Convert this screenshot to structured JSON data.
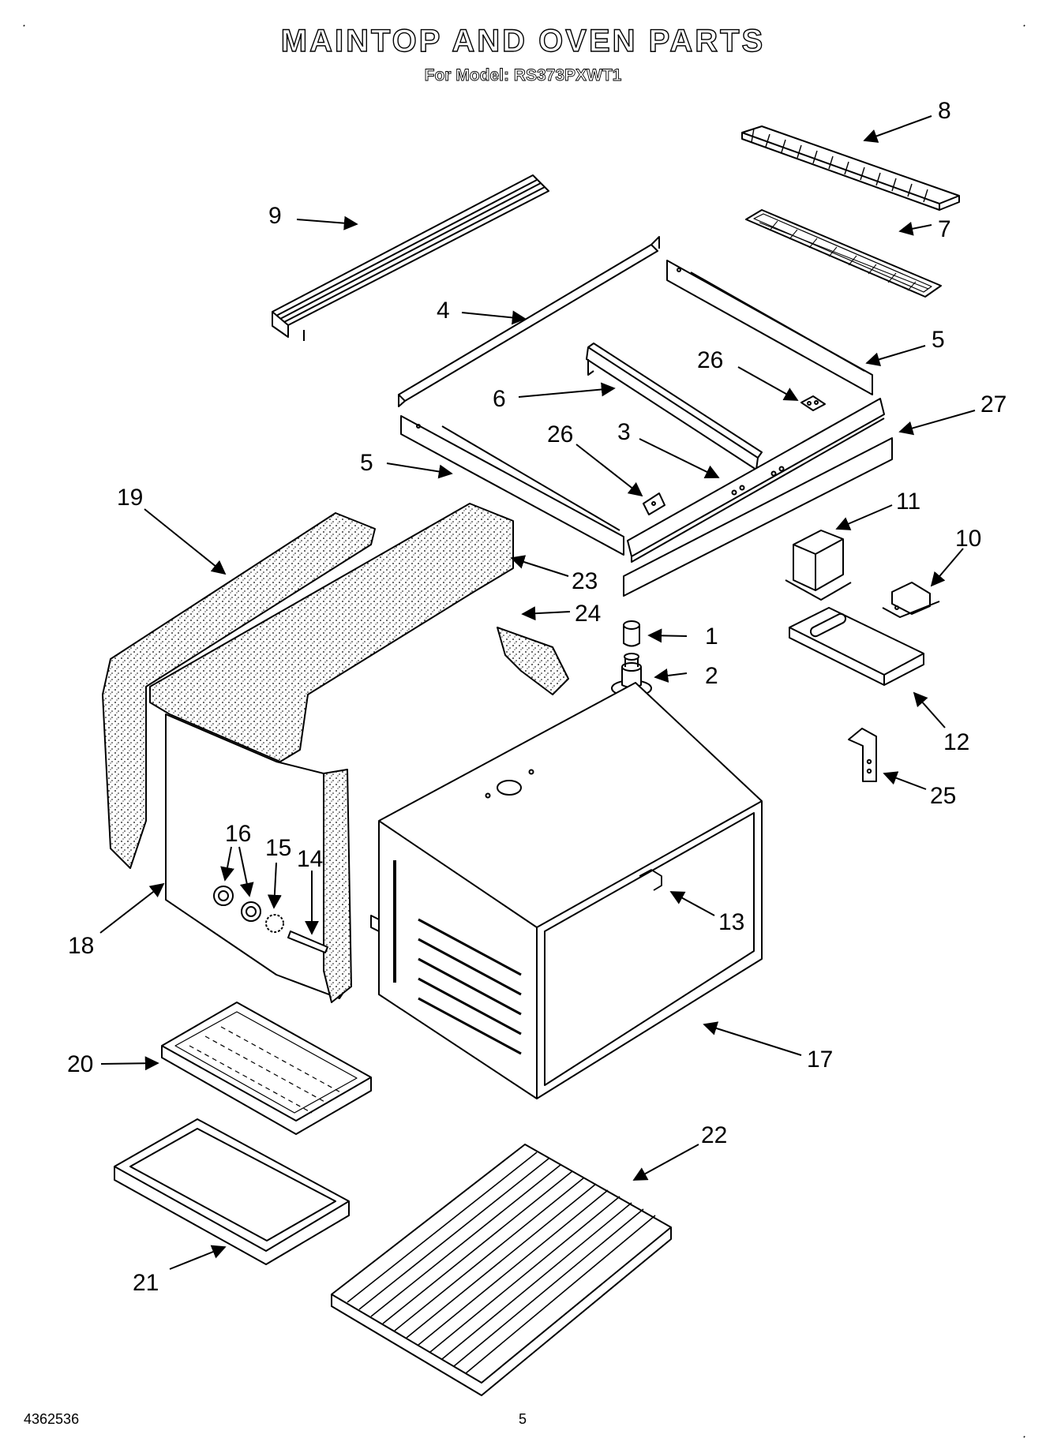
{
  "header": {
    "title": "MAINTOP AND OVEN PARTS",
    "subtitle": "For Model: RS373PXWT1"
  },
  "footer": {
    "doc_number": "4362536",
    "page_number": "5"
  },
  "callouts": {
    "c1": "1",
    "c2": "2",
    "c3": "3",
    "c4": "4",
    "c5a": "5",
    "c5b": "5",
    "c6": "6",
    "c7": "7",
    "c8": "8",
    "c9": "9",
    "c10": "10",
    "c11": "11",
    "c12": "12",
    "c13": "13",
    "c14": "14",
    "c15": "15",
    "c16": "16",
    "c17": "17",
    "c18": "18",
    "c19": "19",
    "c20": "20",
    "c21": "21",
    "c22": "22",
    "c23": "23",
    "c24": "24",
    "c25": "25",
    "c26a": "26",
    "c26b": "26",
    "c27": "27"
  }
}
